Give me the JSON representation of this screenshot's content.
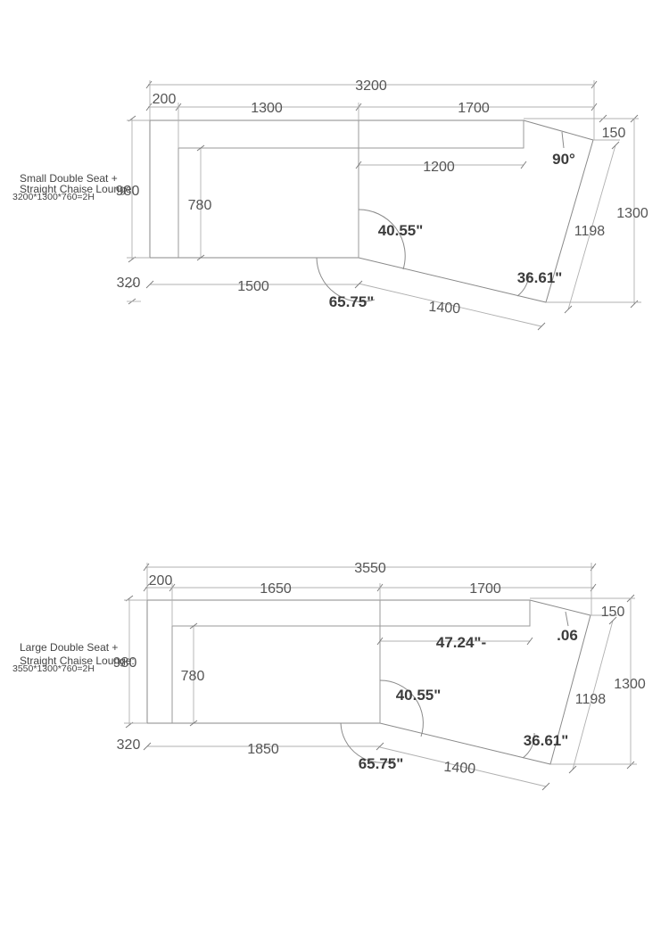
{
  "drawings": [
    {
      "title_line1": "Small Double Seat +",
      "title_line2": "Straight Chaise Lounge:",
      "spec": "3200*1300*760=2H",
      "overall_width": "3200",
      "arm_width": "200",
      "seat_width": "1300",
      "chaise_width": "1700",
      "chaise_end": "150",
      "inner_run": "1200",
      "seat_depth": "780",
      "left_depth": "980",
      "arm_depth": "320",
      "front_length": "1500",
      "angled_front": "1400",
      "angled_side": "1198",
      "overall_depth": "1300",
      "angle_corner": "90°",
      "angle_inner": "40.55\"",
      "angle_front": "65.75\"",
      "angle_tip": "36.61\""
    },
    {
      "title_line1": "Large Double Seat +",
      "title_line2": "Straight Chaise Lounge:",
      "spec": "3550*1300*760=2H",
      "overall_width": "3550",
      "arm_width": "200",
      "seat_width": "1650",
      "chaise_width": "1700",
      "chaise_end": "150",
      "inner_run": "47.24\"-",
      "seat_depth": "780",
      "left_depth": "980",
      "arm_depth": "320",
      "front_length": "1850",
      "angled_front": "1400",
      "angled_side": "1198",
      "overall_depth": "1300",
      "angle_corner": ".06",
      "angle_inner": "40.55\"",
      "angle_front": "65.75\"",
      "angle_tip": "36.61\""
    }
  ]
}
